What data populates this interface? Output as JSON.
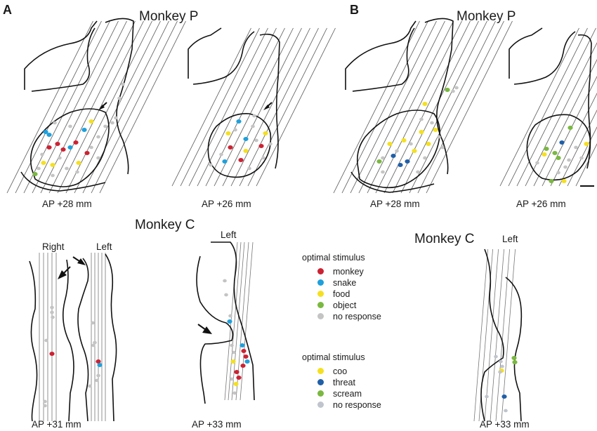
{
  "panels": {
    "a": "A",
    "b": "B"
  },
  "titles": {
    "monkey_p_a": "Monkey P",
    "monkey_p_b": "Monkey P",
    "monkey_c_a": "Monkey C",
    "monkey_c_b": "Monkey C"
  },
  "section_labels": {
    "ap_28_a": "AP +28 mm",
    "ap_26_a": "AP +26 mm",
    "ap_28_b": "AP +28 mm",
    "ap_26_b": "AP +26 mm",
    "ap_31_c": "AP +31 mm",
    "ap_33_c": "AP +33 mm",
    "ap_33_c_b": "AP +33 mm"
  },
  "side_labels": {
    "right": "Right",
    "left_1": "Left",
    "left_2": "Left",
    "left_3": "Left"
  },
  "legend_visual": {
    "title": "optimal stimulus",
    "items": [
      {
        "label": "monkey",
        "color": "#cc2233"
      },
      {
        "label": "snake",
        "color": "#1ea0dc"
      },
      {
        "label": "food",
        "color": "#f5e020"
      },
      {
        "label": "object",
        "color": "#7ab840"
      },
      {
        "label": "no response",
        "color": "#c4c4c4"
      }
    ]
  },
  "legend_auditory": {
    "title": "optimal stimulus",
    "items": [
      {
        "label": "coo",
        "color": "#f5e020"
      },
      {
        "label": "threat",
        "color": "#1f5fa8"
      },
      {
        "label": "scream",
        "color": "#7ab840"
      },
      {
        "label": "no response",
        "color": "#c0c4cc"
      }
    ]
  }
}
